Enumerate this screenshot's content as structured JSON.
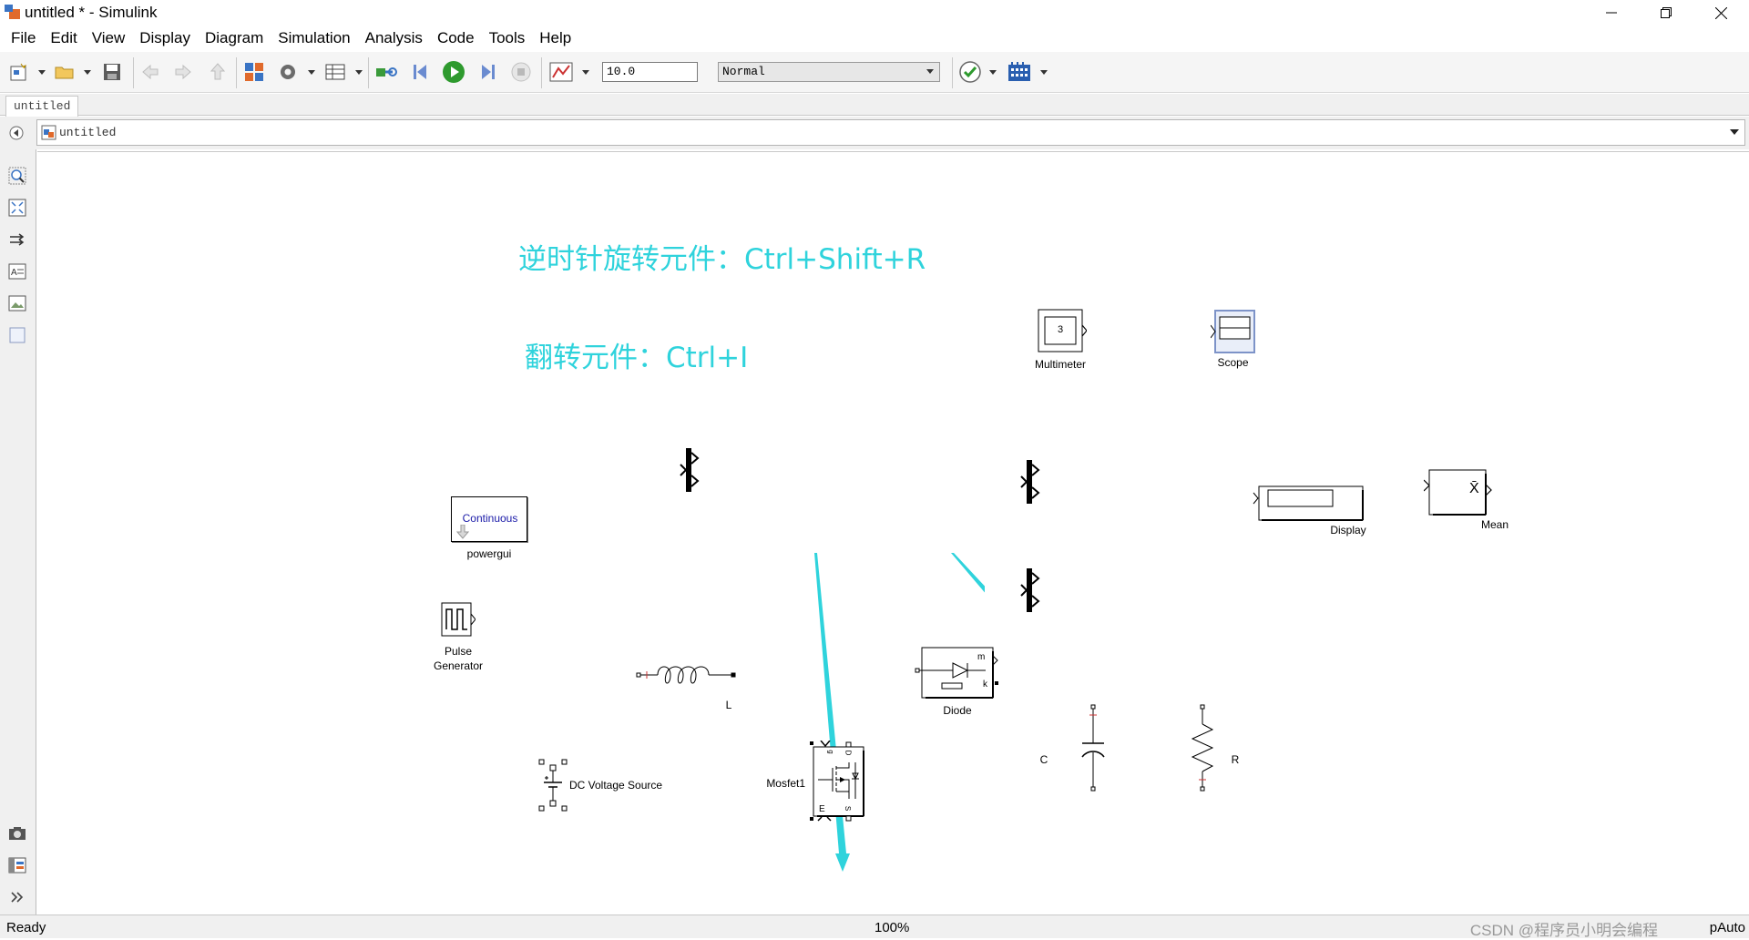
{
  "window": {
    "title": "untitled * - Simulink"
  },
  "menu": [
    "File",
    "Edit",
    "View",
    "Display",
    "Diagram",
    "Simulation",
    "Analysis",
    "Code",
    "Tools",
    "Help"
  ],
  "toolbar": {
    "stop_time": "10.0",
    "sim_mode": "Normal"
  },
  "tab": {
    "label": "untitled"
  },
  "address": {
    "path": "untitled"
  },
  "annotations": {
    "rotate_hint": "逆时针旋转元件：Ctrl+Shift+R",
    "flip_hint": "翻转元件：Ctrl+I"
  },
  "blocks": {
    "multimeter": {
      "label": "Multimeter",
      "value": "3"
    },
    "scope": {
      "label": "Scope"
    },
    "powergui": {
      "label": "powergui",
      "text": "Continuous"
    },
    "pulse": {
      "label_line1": "Pulse",
      "label_line2": "Generator"
    },
    "inductor": {
      "label": "L"
    },
    "diode": {
      "label": "Diode",
      "port_m": "m",
      "port_k": "k"
    },
    "capacitor": {
      "label": "C"
    },
    "resistor": {
      "label": "R"
    },
    "dc_source": {
      "label": "DC Voltage Source"
    },
    "mosfet": {
      "label": "Mosfet1",
      "port_g": "g",
      "port_d": "D",
      "port_s": "S",
      "port_e": "E"
    },
    "display": {
      "label": "Display"
    },
    "mean": {
      "label": "Mean",
      "symbol": "X̄"
    }
  },
  "status": {
    "left": "Ready",
    "zoom": "100%",
    "right": "pAuto",
    "watermark": "CSDN @程序员小明会编程"
  },
  "colors": {
    "annotation": "#2fd3dc",
    "accent": "#1a73c8"
  }
}
